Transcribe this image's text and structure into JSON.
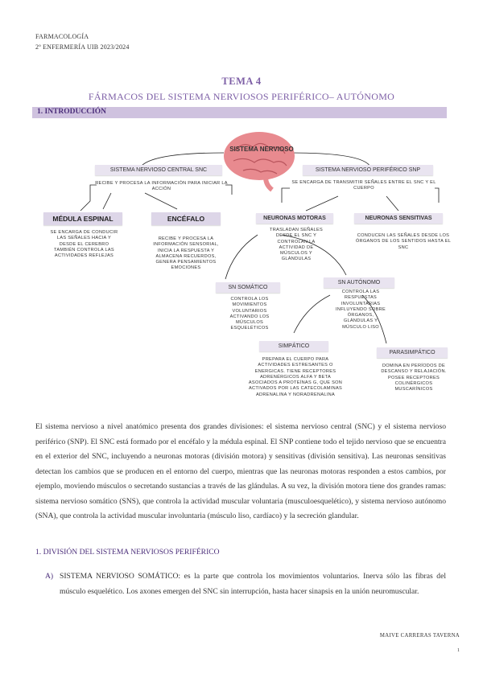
{
  "header": {
    "line1": "FARMACOLOGÍA",
    "line2": "2º ENFERMERÍA UIB 2023/2024"
  },
  "titles": {
    "tema": "TEMA 4",
    "subtitle": "FÁRMACOS DEL SISTEMA NERVIOSOS PERIFÉRICO– AUTÓNOMO"
  },
  "section1": "1.  INTRODUCCIÓN",
  "diagram": {
    "root": "SISTEMA NERVIOSO",
    "snc": "SISTEMA NERVIOSO CENTRAL SNC",
    "snc_desc": "RECIBE Y PROCESA LA INFORMACIÓN PARA INICIAR LA ACCIÓN",
    "snp": "SISTEMA NERVIOSO PERIFÉRICO SNP",
    "snp_desc": "SE ENCARGA DE TRANSMITIR SEÑALES ENTRE EL SNC Y EL CUERPO",
    "medula": "MÉDULA ESPINAL",
    "medula_desc": "SE ENCARGA DE CONDUCIR LAS SEÑALES HACIA Y DESDE EL CEREBRO TAMBIÉN CONTROLA LAS ACTIVIDADES REFLEJAS",
    "encefalo": "ENCÉFALO",
    "encefalo_desc": "RECIBE Y PROCESA LA INFORMACIÓN SENSORIAL, INICIA LA RESPUESTA Y ALMACENA RECUERDOS, GENERA PENSAMIENTOS EMOCIONES",
    "motoras": "NEURONAS MOTORAS",
    "motoras_desc": "TRASLADAN SEÑALES DESDE EL SNC Y CONTROLAN LA ACTIVIDAD DE MÚSCULOS Y GLÁNDULAS",
    "sensitivas": "NEURONAS SENSITIVAS",
    "sensitivas_desc": "CONDUCEN LAS SEÑALES DESDE LOS ÓRGANOS DE LOS SENTIDOS HASTA EL SNC",
    "somatico": "SN SOMÁTICO",
    "somatico_desc": "CONTROLA LOS MOVIMIENTOS VOLUNTARIOS ACTIVANDO LOS MÚSCULOS ESQUELÉTICOS",
    "autonomo": "SN AUTÓNOMO",
    "autonomo_desc": "CONTROLA LAS RESPUESTAS INVOLUNTARIAS INFLUYENDO SOBRE ÓRGANOS, GLÁNDULAS Y MÚSCULO LISO",
    "simpatico": "SIMPÁTICO",
    "simpatico_desc": "PREPARA EL CUERPO PARA ACTIVIDADES ESTRESANTES O ENERGICAS. TIENE RECEPTORES ADRENÉRGICOS ALFA Y BETA ASOCIADOS A PROTEÍNAS G, QUE SON ACTIVADOS POR LAS CATECOLAMINAS ADRENALINA Y NORADRENALINA",
    "parasimpatico": "PARASIMPÁTICO",
    "parasimpatico_desc": "DOMINA EN PERÍODOS DE DESCANSO Y RELAJACIÓN. POSEE RECEPTORES COLINÉRGICOS MUSCARÍNICOS",
    "accent": "#ddd6e8"
  },
  "paragraph1": "El sistema nervioso a nivel anatómico presenta dos grandes divisiones: el sistema nervioso central (SNC) y el sistema nervioso periférico (SNP). El SNC está formado por el encéfalo y la médula espinal. El SNP contiene todo el tejido nervioso que se encuentra en el exterior del SNC, incluyendo a neuronas motoras (división motora) y sensitivas (división sensitiva). Las neuronas sensitivas detectan los cambios que se producen en el entorno del cuerpo, mientras que las neuronas motoras responden a estos cambios, por ejemplo, moviendo músculos o secretando sustancias a través de las glándulas. A su vez, la división motora tiene dos grandes ramas: sistema nervioso somático (SNS), que controla la actividad muscular voluntaria (musculoesquelético), y sistema nervioso autónomo (SNA), que controla la actividad muscular involuntaria (músculo liso, cardíaco) y la secreción glandular.",
  "section2": "1.  DIVISIÓN DEL SISTEMA NERVIOSOS PERIFÉRICO",
  "item_a": {
    "marker": "A)",
    "text": "SISTEMA NERVIOSO SOMÁTICO: es la parte que controla los movimientos voluntarios. Inerva sólo las fibras del músculo esquelético. Los axones emergen del SNC sin interrupción, hasta hacer sinapsis en la unión neuromuscular."
  },
  "footer": {
    "author": "MAIVE CARRERAS TAVERNA",
    "page": "1"
  },
  "colors": {
    "accent": "#7d5fa6",
    "section_bar": "#cfc2df",
    "brain": "#e88a8f"
  }
}
